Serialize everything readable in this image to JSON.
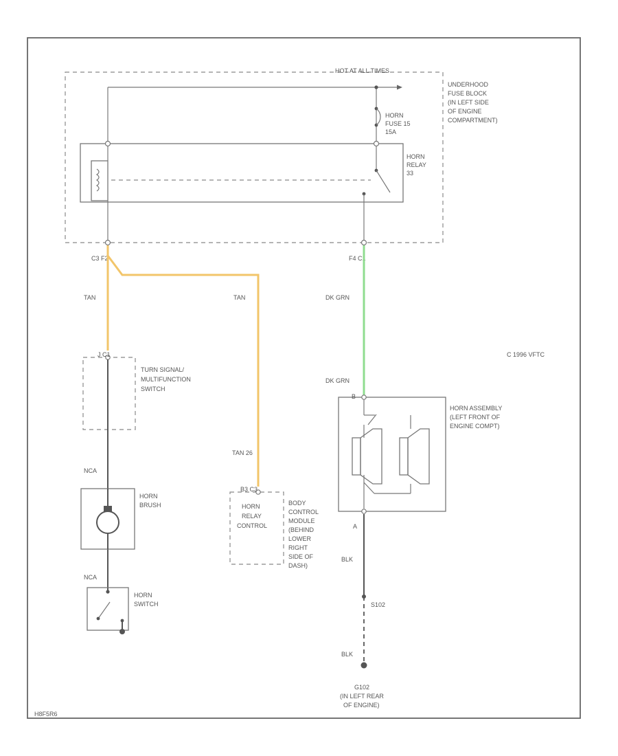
{
  "fuse_block": {
    "bus_label": "HOT AT ALL TIMES",
    "name_lines": [
      "UNDERHOOD",
      "FUSE BLOCK",
      "(IN LEFT SIDE",
      "OF ENGINE",
      "COMPARTMENT)"
    ],
    "fuse_lines": [
      "HORN",
      "FUSE 15",
      "15A"
    ],
    "relay_lines": [
      "HORN",
      "RELAY",
      "33"
    ]
  },
  "connectors": {
    "left": "C3  F2",
    "right": "F4  C1"
  },
  "wires": {
    "tan_left": "TAN",
    "tan_right": "TAN",
    "tan_pin": "TAN    26",
    "dk_grn_top": "DK GRN",
    "dk_grn_bottom": "DK GRN",
    "nca_top": "NCA",
    "nca_bottom": "NCA",
    "blk_top": "BLK",
    "blk_bottom": "BLK"
  },
  "turn_switch": {
    "pin": "J  C1",
    "name_lines": [
      "TURN SIGNAL/",
      "MULTIFUNCTION",
      "SWITCH"
    ]
  },
  "horn_brush": {
    "name_lines": [
      "HORN",
      "BRUSH"
    ]
  },
  "horn_switch": {
    "name_lines": [
      "HORN",
      "SWITCH"
    ]
  },
  "bcm": {
    "pin": "B3  C3",
    "inner_lines": [
      "HORN",
      "RELAY",
      "CONTROL"
    ],
    "name_lines": [
      "BODY",
      "CONTROL",
      "MODULE",
      "(BEHIND",
      "LOWER",
      "RIGHT",
      "SIDE OF",
      "DASH)"
    ]
  },
  "horn_assembly": {
    "pin_top": "B",
    "pin_bottom": "A",
    "name_lines": [
      "HORN ASSEMBLY",
      "(LEFT FRONT OF",
      "ENGINE COMPT)"
    ]
  },
  "splice": {
    "label": "S102"
  },
  "ground": {
    "label_lines": [
      "G102",
      "(IN LEFT REAR",
      "OF ENGINE)"
    ]
  },
  "copyright": "C 1996 VFTC",
  "corner_code": "H8F5R6"
}
